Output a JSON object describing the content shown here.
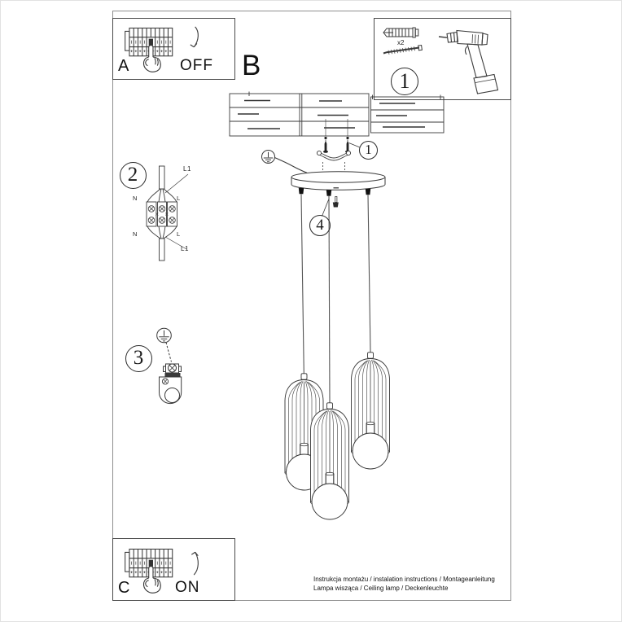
{
  "panels": {
    "a": {
      "letter": "A",
      "state": "OFF"
    },
    "b": {
      "letter": "B"
    },
    "c": {
      "letter": "C",
      "state": "ON"
    },
    "parts": {
      "dowel_quantity": "x2"
    }
  },
  "callouts": {
    "c1": "1",
    "c2": "2",
    "c3": "3",
    "c4": "4"
  },
  "wiring": {
    "l1_top": "L1",
    "l1_bottom": "L1",
    "n_top": "N",
    "l_top": "L",
    "n_bottom": "N",
    "l_bottom": "L"
  },
  "footer": {
    "line1": "Instrukcja montażu / instalation instructions / Montageanleitung",
    "line2": "Lampa wisząca / Ceiling lamp / Deckenleuchte"
  },
  "colors": {
    "line": "#3a3a3a",
    "frame": "#8f8f8f",
    "page": "#ffffff"
  }
}
